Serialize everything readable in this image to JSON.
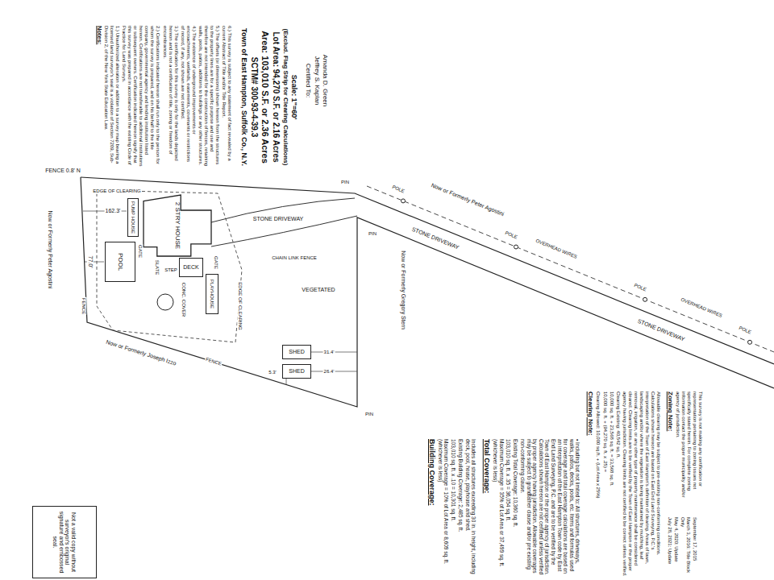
{
  "diagram": {
    "nodes": [
      {
        "text": [
          "PUMP HOUSE"
        ]
      },
      {
        "text": [
          "2 STRY HOUSE"
        ]
      },
      {
        "text": [
          "DECK"
        ]
      },
      {
        "text": [
          "POOL"
        ]
      },
      {
        "text": [
          "PLAYHOUSE"
        ]
      },
      {
        "text": [
          "SHED"
        ]
      },
      {
        "text": [
          "SHED"
        ]
      },
      {
        "text": [
          "Not a valid copy without surveyor's original signature and embossed seal."
        ]
      }
    ],
    "labels": [
      "Notes:",
      "1.) Unauthorized alteration or addition to a survey map bearing a licensed land surveyor's seal is a violation of Section 7209, Sub-Division 2, of the New York State Education Law.",
      "2.) Certifications indicated hereon shall run only to the person for whom the survey is prepared, and on his behalf to the title company, governmental agency and lending institution listed hereon. Certifications are not transferable to additional institutions or subsequent owners. Certification indicated hereon signify that this survey was prepared in accordance with the existing Code of Practice for Land Surveys.",
      "3.) The certification for this survey is only for the lands depicted hereon and is not a certification of title, zoning or freedom of encumbrances.",
      "4.) The existence of underground improvements or encroachments, wetlands, easements, covenants or restrictions of record, if any, not shown are not certified.",
      "5.) The offsets (or dimensions) shown hereon from the structures to the property lines are for a specific purpose and use and therefore are not intended for the construction of fences, retaining walls, pools, patios, additions to buildings or any other structures.",
      "6.) This survey is subject to any statement of fact revealed by a current Abstract of Title and/or Title Report.",
      "Town of East Hampton, Suffolk Co., N.Y.",
      "SCTM# 300-93-4-39.3",
      "Area: 103,010 S.F. or 2.36 Acres",
      "Lot Area: 94,270 S.F. or 2.16 Acres",
      "(Exclud. Flag Strip for Clearing Calculations)",
      "Scale: 1\"=60'",
      "Certified To:",
      "Jeffrey S. Kaplan",
      "Amanda D. Green",
      "Building Coverage:",
      "Maximum Coverage = 10% of Lot Area or 8,609 sq. ft. (whichever is less)",
      "103,010 sq. ft. x .10 = 10,301 sq. ft.",
      "Existing Building Coverage: 2,485 sq. ft.",
      "Includes all structures exceeding 30 in. in height, including deck, pool, house, playhouse and shed.",
      "Total Coverage:",
      "Maximum Coverage = 35% of Lot Area or 37,499 sq. ft. (whichever is less)",
      "103,010 sq. ft. x .35 = 36,054 sq. ft.",
      "Existing Total Coverage: 10,360 sq. ft.",
      "• Including but not limited to: All structures, driveways, walks, patios, decks, pools, etc. Items and formulas used for coverage and total coverage calculations are based on an interpretation of the East Hampton Town code by East End Land Surveying, P.C. and are to be verified by the Town of East Hampton or the proper agency of jurisdiction. Calculations shown hereon are not certified unless verified by proper agency having jurisdiction. Allowable coverages may be subject to grandfather clause and/or pre existing non-conforming clause.",
      "Clearing Note:",
      "Clearing Allowed: 10,000 sq.ft. + (Lot Area x 25%)",
      "10,000 sq. ft. + (94,270 sq. ft. x .25) =",
      "10,000 sq. ft. + 23,568 sq. ft. = 33,568 sq. ft.",
      "Clearing Existing: 40,542 sq. ft.",
      "Allowable clearing may be subject to pre-existing non-conforming conditions. Calculations shown hereon are based on East End Land Surveying, P.C.'s interpretation of the Town of East Hampton's definition of clearing. Areas of lawn, landscaping and/or where the vegetation is being maintained by mulching, leaf removal, irrigation, or any other type of property maintenance shall be considered cleared. Clearing limits are to be verified by the Town of East Hampton or the proper agency having jurisdiction. Clearing limits are not certified to be correct unless verified.",
      "Zoning Note:",
      "This survey is not making any certification or representation pertaining to zoning issues not specifically stated herein. For complete zoning information contact the proper municipality and/or agency of jurisdiction.",
      "July 28, 2021: Update",
      "May 4, 2020: Update",
      "March 3, 2016: Title Block Only",
      "September 17, 2015",
      "FENCE 0.8' N",
      "FENCE",
      "FENCE",
      "162.3'",
      "77.0'",
      "31.4'",
      "26.4'",
      "5.3'",
      "SLATE",
      "STEP",
      "GATE",
      "GATE",
      "CONC. COVER",
      "EDGE OF CLEARING",
      "EDGE OF CLEARING",
      "STONE DRIVEWAY",
      "STONE DRIVEWAY",
      "STONE DRIVEWAY",
      "OVERHEAD WIRES",
      "OVERHEAD WIRES",
      "POLE",
      "POLE",
      "POLE",
      "POLE",
      "Now or Formerly Peter Agostini",
      "Now or Formerly Peter Agostini",
      "Now or Formerly Joseph Izzo",
      "Now or Formerly Gregory Stern",
      "PIN",
      "PIN",
      "PIN",
      "VEGETATED",
      "CHAIN LINK FENCE"
    ]
  }
}
